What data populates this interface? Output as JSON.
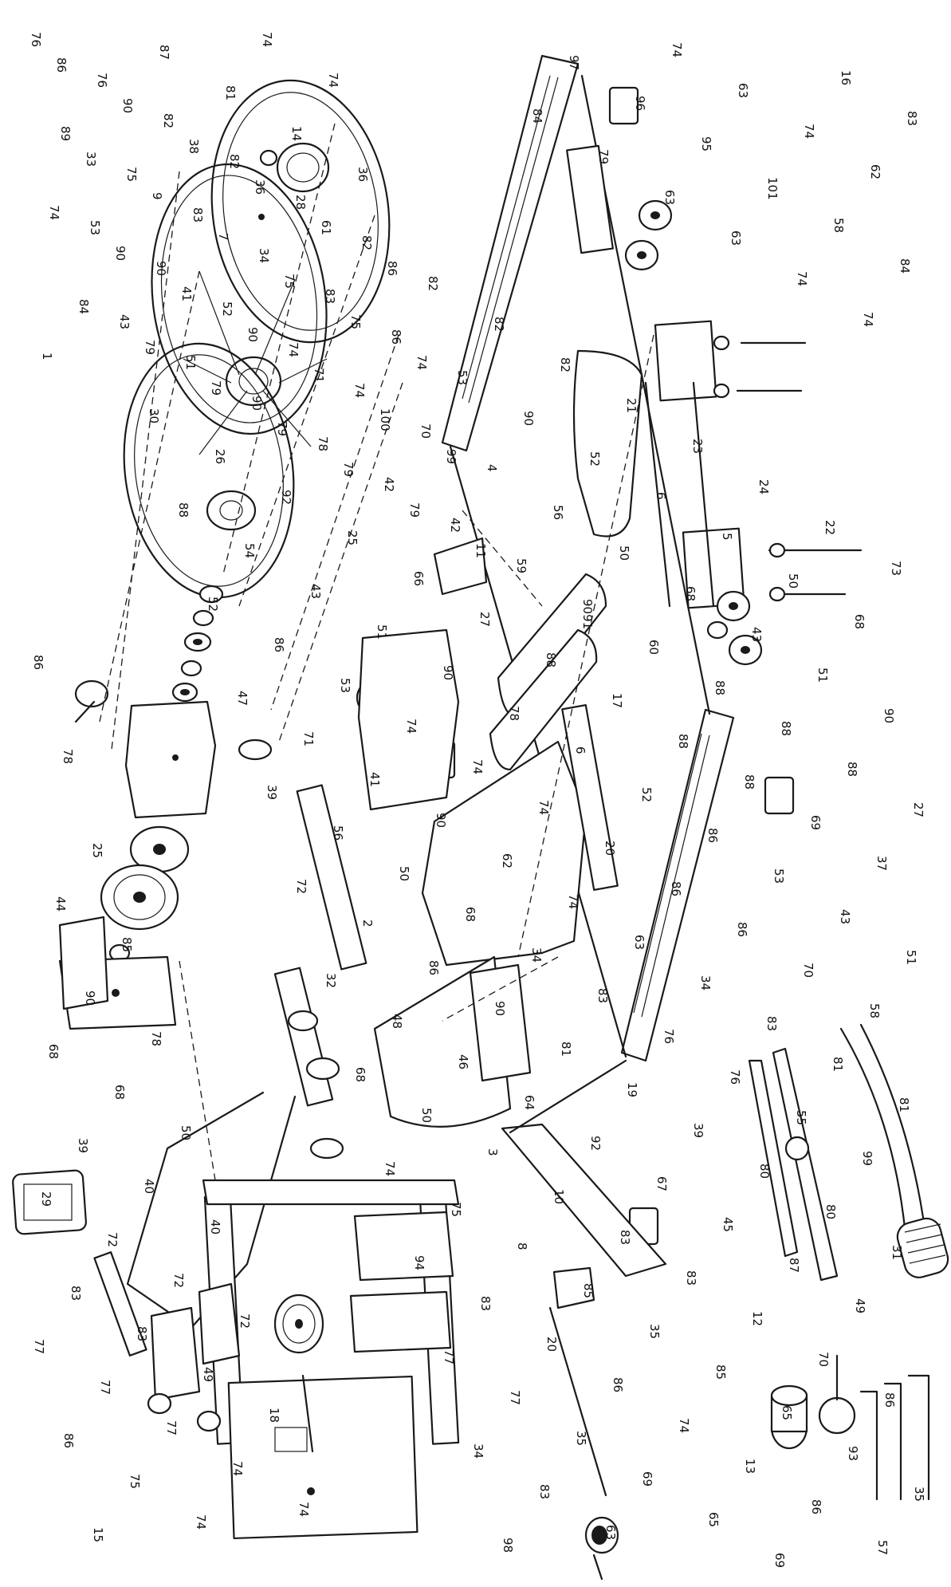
{
  "diagram": {
    "type": "exploded-parts-diagram",
    "labels": [
      "76",
      "76",
      "82",
      "82",
      "28",
      "82",
      "82",
      "82",
      "82",
      "21",
      "23",
      "24",
      "22",
      "73",
      "89",
      "75",
      "83",
      "34",
      "83",
      "86",
      "53",
      "90",
      "52",
      "6",
      "5",
      "50",
      "68",
      "86",
      "53",
      "90",
      "52",
      "74",
      "74",
      "70",
      "4",
      "56",
      "50",
      "68",
      "43",
      "51",
      "90",
      "78",
      "43",
      "51",
      "90",
      "78",
      "42",
      "42",
      "59",
      "9091",
      "60",
      "88",
      "88",
      "88",
      "27",
      "25",
      "30",
      "26",
      "92",
      "25",
      "66",
      "27",
      "88",
      "17",
      "88",
      "88",
      "69",
      "37",
      "44",
      "85",
      "88",
      "54",
      "43",
      "51",
      "90",
      "78",
      "6",
      "52",
      "86",
      "53",
      "43",
      "51",
      "90",
      "78",
      "52",
      "86",
      "53",
      "74",
      "74",
      "74",
      "20",
      "86",
      "86",
      "70",
      "58",
      "68",
      "68",
      "50",
      "47",
      "71",
      "41",
      "90",
      "62",
      "74",
      "63",
      "34",
      "83",
      "81",
      "81",
      "39",
      "40",
      "40",
      "39",
      "56",
      "50",
      "68",
      "34",
      "83",
      "76",
      "76",
      "55",
      "99",
      "29",
      "72",
      "72",
      "72",
      "72",
      "2",
      "86",
      "90",
      "81",
      "19",
      "39",
      "80",
      "80",
      "31",
      "83",
      "83",
      "49",
      "18",
      "32",
      "48",
      "46",
      "64",
      "92",
      "67",
      "45",
      "87",
      "49",
      "77",
      "77",
      "77",
      "74",
      "74",
      "68",
      "50",
      "3",
      "10",
      "83",
      "83",
      "12",
      "70",
      "86",
      "86",
      "75",
      "74",
      "74",
      "74",
      "74",
      "75",
      "8",
      "85",
      "35",
      "85",
      "65",
      "93",
      "35",
      "15",
      "87",
      "81",
      "14",
      "36",
      "94",
      "83",
      "20",
      "86",
      "74",
      "13",
      "86",
      "57",
      "86",
      "90",
      "38",
      "36",
      "61",
      "86",
      "77",
      "77",
      "35",
      "69",
      "65",
      "69",
      "16",
      "83",
      "33",
      "9",
      "7",
      "75",
      "75",
      "74",
      "34",
      "83",
      "63",
      "74",
      "63",
      "74",
      "62",
      "74",
      "90",
      "41",
      "90",
      "71",
      "100",
      "99",
      "98",
      "97",
      "96",
      "95",
      "101",
      "58",
      "84",
      "84",
      "79",
      "79",
      "79",
      "79",
      "79",
      "11",
      "84",
      "79",
      "63",
      "63",
      "74",
      "74",
      "1"
    ]
  }
}
